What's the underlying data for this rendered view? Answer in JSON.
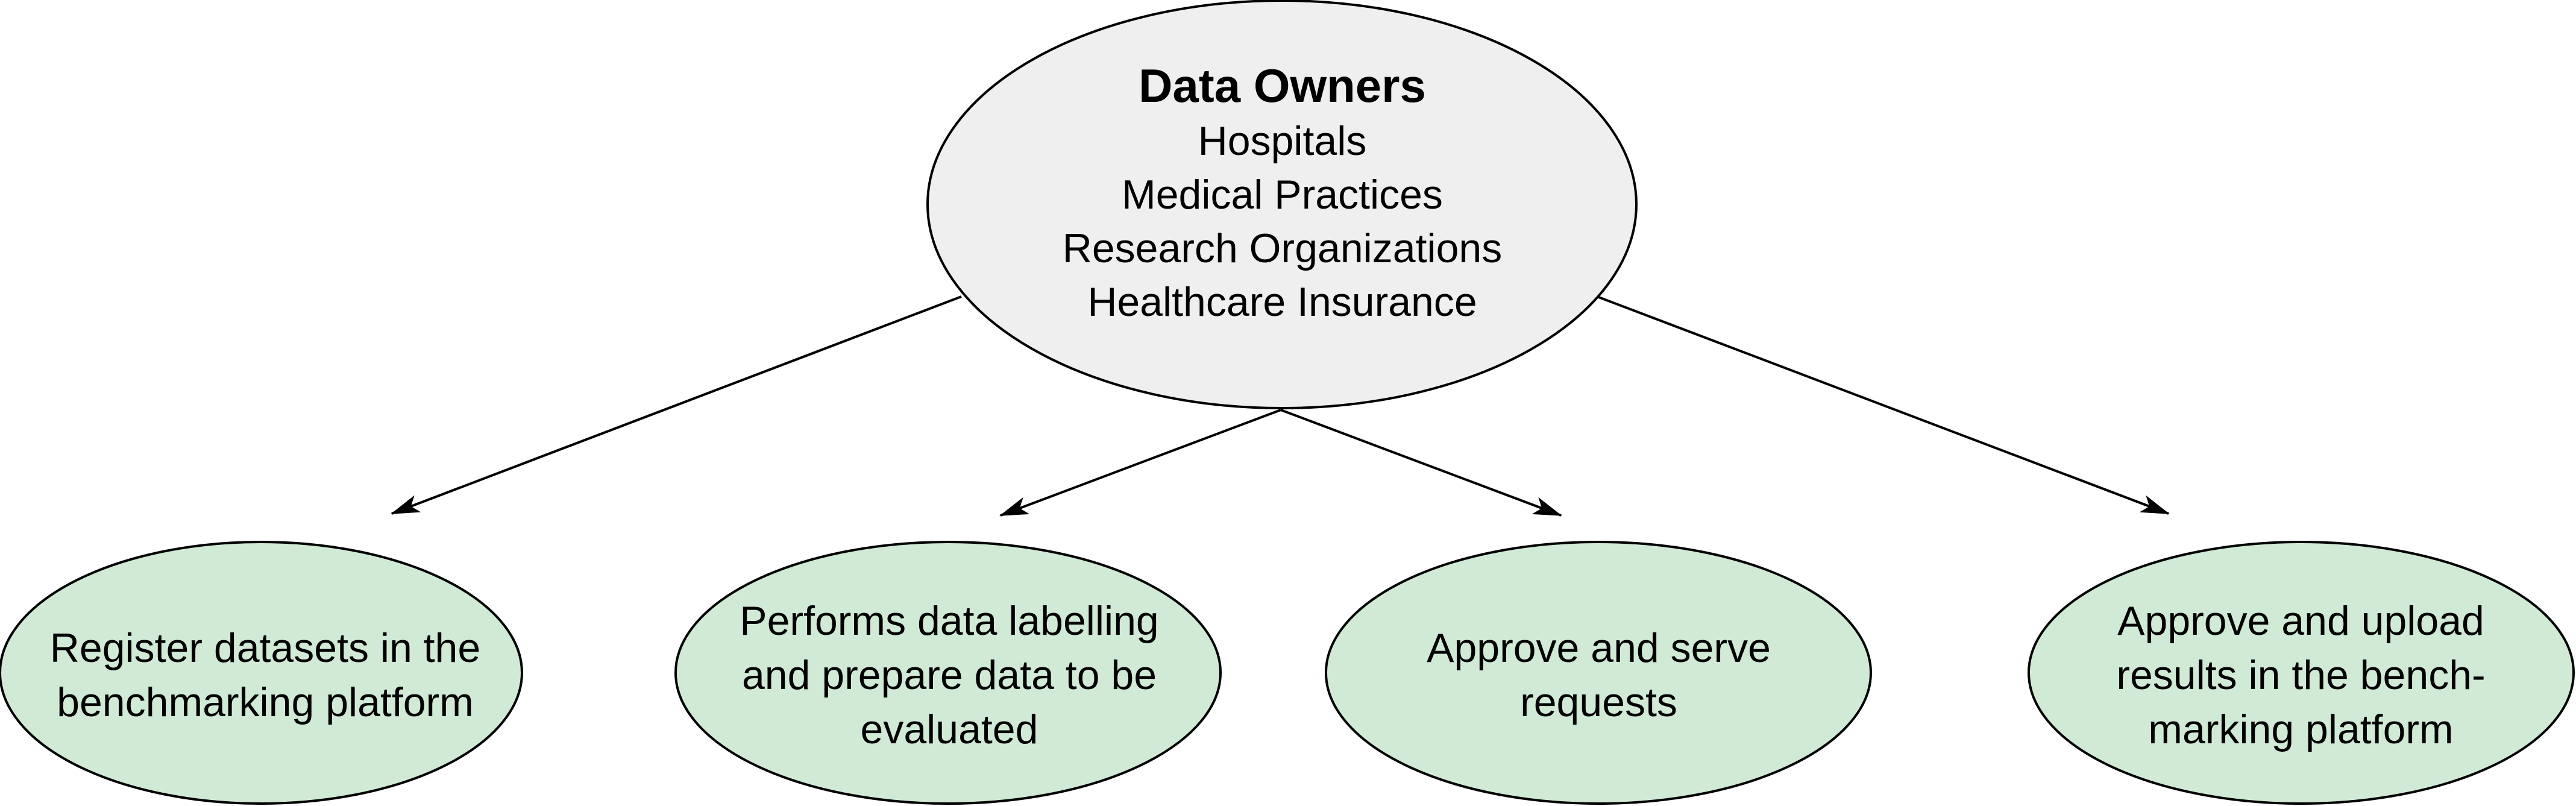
{
  "root": {
    "title": "Data Owners",
    "lines": [
      "Hospitals",
      "Medical Practices",
      "Research Organizations",
      "Healthcare Insurance"
    ]
  },
  "children": [
    {
      "lines": [
        "Register datasets in the",
        "benchmarking platform"
      ]
    },
    {
      "lines": [
        "Performs data labelling",
        "and prepare data to be",
        "evaluated"
      ]
    },
    {
      "lines": [
        "Approve and serve",
        "requests"
      ]
    },
    {
      "lines": [
        "Approve and upload",
        "results in the bench-",
        "marking platform"
      ]
    }
  ],
  "colors": {
    "root_fill": "#efefef",
    "child_fill": "#d0ead6",
    "stroke": "#000000"
  }
}
